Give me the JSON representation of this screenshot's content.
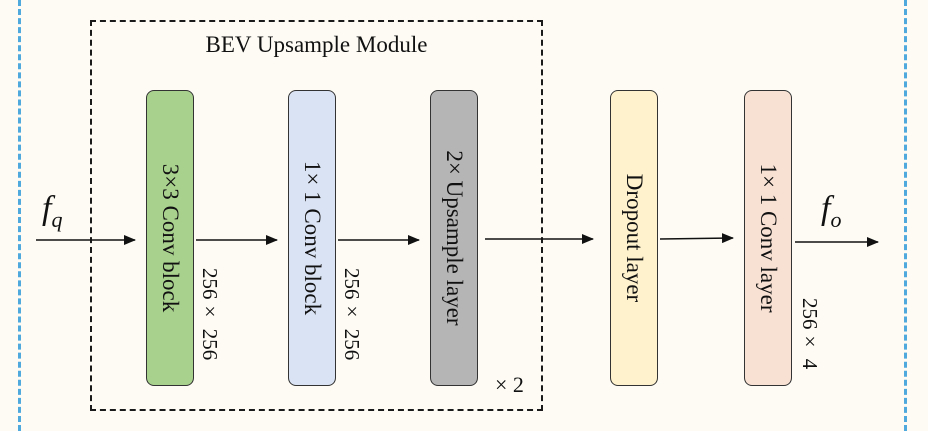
{
  "module": {
    "title": "BEV Upsample Module",
    "repeat": "× 2"
  },
  "input": {
    "symbol": "f",
    "subscript": "q"
  },
  "output": {
    "symbol": "f",
    "subscript": "o"
  },
  "blocks": [
    {
      "label": "3×3 Conv block",
      "dim": "256× 256",
      "color": "#a9d18e"
    },
    {
      "label": "1× 1 Conv block",
      "dim": "256× 256",
      "color": "#dae3f3"
    },
    {
      "label": "2× Upsample layer",
      "dim": "",
      "color": "#b5b5b5"
    },
    {
      "label": "Dropout layer",
      "dim": "",
      "color": "#fff2cc"
    },
    {
      "label": "1× 1 Conv layer",
      "dim": "256× 4",
      "color": "#f8e0d3"
    }
  ],
  "colors": {
    "frame": "#4fa9dd",
    "background": "#fdfbf4"
  }
}
